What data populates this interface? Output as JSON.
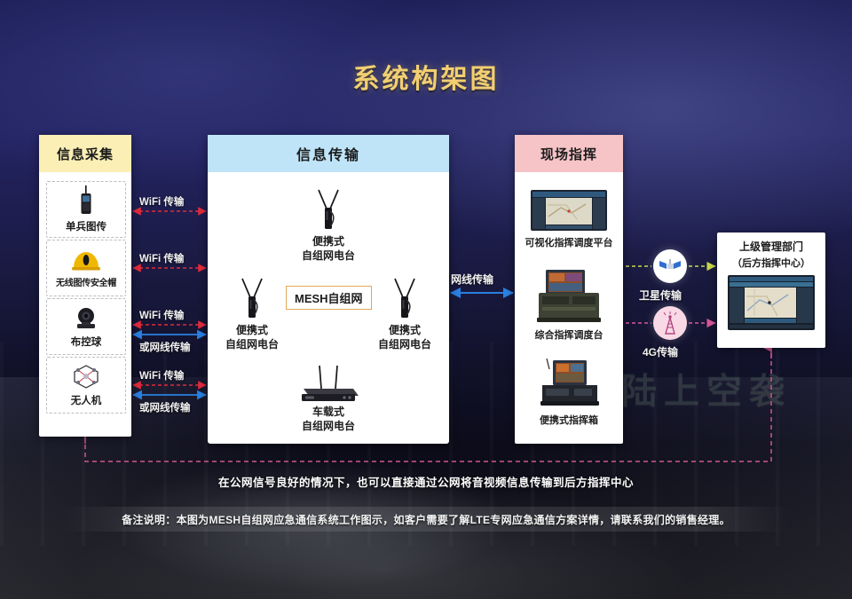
{
  "title": "系统构架图",
  "watermark": "陆上空袭",
  "colors": {
    "title_gold": "#f2cf72",
    "collect_header_bg": "#fbefb5",
    "transmit_header_bg": "#bfe4f8",
    "command_header_bg": "#f6c3c7",
    "wifi_link": "#e02b3c",
    "lan_link": "#2a7fe0",
    "mesh_link": "#e3a857",
    "satellite_link": "#c9d94a",
    "g4_link": "#d9579a",
    "public_net_link": "#d0568f"
  },
  "panels": {
    "collect": {
      "header": "信息采集",
      "items": [
        {
          "label": "单兵图传",
          "icon": "handheld-radio-icon"
        },
        {
          "label": "无线图传安全帽",
          "icon": "safety-helmet-icon"
        },
        {
          "label": "布控球",
          "icon": "ptz-camera-icon"
        },
        {
          "label": "无人机",
          "icon": "drone-icon"
        }
      ]
    },
    "transmit": {
      "header": "信息传输",
      "center_box": "MESH自组网",
      "nodes": [
        {
          "id": "top",
          "line1": "便携式",
          "line2": "自组网电台",
          "icon": "portable-radio-icon"
        },
        {
          "id": "left",
          "line1": "便携式",
          "line2": "自组网电台",
          "icon": "portable-radio-icon"
        },
        {
          "id": "right",
          "line1": "便携式",
          "line2": "自组网电台",
          "icon": "portable-radio-icon"
        },
        {
          "id": "bottom",
          "line1": "车载式",
          "line2": "自组网电台",
          "icon": "vehicle-radio-icon"
        }
      ]
    },
    "command": {
      "header": "现场指挥",
      "items": [
        {
          "label": "可视化指挥调度平台",
          "icon": "dispatch-monitor-icon"
        },
        {
          "label": "综合指挥调度台",
          "icon": "command-console-icon"
        },
        {
          "label": "便携式指挥箱",
          "icon": "portable-command-case-icon"
        }
      ]
    },
    "upper": {
      "line1": "上级管理部门",
      "line2": "（后方指挥中心）",
      "icon": "map-dispatch-screen-icon"
    }
  },
  "links": {
    "wifi_1": "WiFi 传输",
    "wifi_2": "WiFi 传输",
    "wifi_3": "WiFi 传输",
    "wifi_4": "WiFi 传输",
    "lan_3": "或网线传输",
    "lan_4": "或网线传输",
    "lan_center": "网线传输",
    "satellite": "卫星传输",
    "mobile_4g": "4G传输"
  },
  "caption": "在公网信号良好的情况下，也可以直接通过公网将音视频信息传输到后方指挥中心",
  "footnote": "备注说明：本图为MESH自组网应急通信系统工作图示，如客户需要了解LTE专网应急通信方案详情，请联系我们的销售经理。"
}
